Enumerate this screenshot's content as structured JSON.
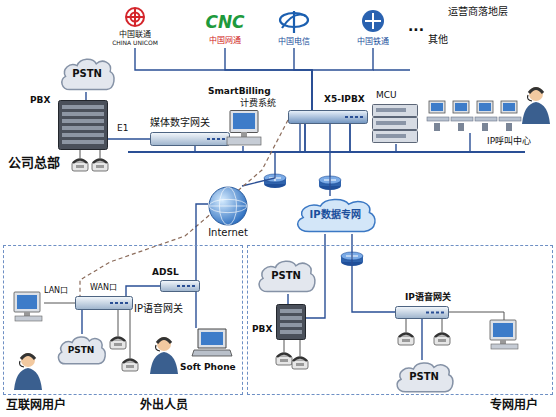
{
  "diagram": {
    "nodes": [
      {
        "text": [
          "中国联通",
          "CHINA UNICOM"
        ]
      },
      {
        "text": [
          "CNC",
          "中国网通"
        ]
      },
      {
        "text": [
          "中国电信"
        ]
      },
      {
        "text": [
          "中国铁通"
        ]
      },
      {
        "text": [
          "PSTN"
        ]
      },
      {
        "text": [
          "PBX"
        ]
      },
      {
        "text": [
          "媒体数字网关"
        ]
      },
      {
        "text": [
          "SmartBilling",
          "计费系统"
        ]
      },
      {
        "text": [
          "X5-IPBX"
        ]
      },
      {
        "text": [
          "MCU"
        ]
      },
      {
        "text": [
          "IP呼叫中心"
        ]
      },
      {
        "text": [
          "Internet"
        ]
      },
      {
        "text": [
          "IP数据专网"
        ]
      },
      {
        "text": [
          "互联网用户",
          "外出人员"
        ]
      },
      {
        "text": [
          "ADSL"
        ],
        "in": 13
      },
      {
        "text": [
          "IP语音网关"
        ],
        "in": 13
      },
      {
        "text": [
          "PSTN"
        ],
        "in": 13
      },
      {
        "text": [
          "Soft Phone"
        ],
        "in": 13
      },
      {
        "text": [
          "专网用户"
        ]
      },
      {
        "text": [
          "PSTN"
        ],
        "in": 18
      },
      {
        "text": [
          "PBX"
        ],
        "in": 18
      },
      {
        "text": [
          "IP语音网关"
        ],
        "in": 18
      },
      {
        "text": [
          "PSTN"
        ],
        "in": 18
      }
    ],
    "edges": [
      {
        "from": 0,
        "to": 8,
        "arrow": "none"
      },
      {
        "from": 1,
        "to": 8,
        "arrow": "none"
      },
      {
        "from": 2,
        "to": 8,
        "arrow": "none"
      },
      {
        "from": 3,
        "to": 8,
        "arrow": "none"
      },
      {
        "from": 4,
        "to": 5,
        "arrow": "none"
      },
      {
        "from": 5,
        "to": 6,
        "label": "E1",
        "arrow": "none"
      },
      {
        "from": 6,
        "to": 8,
        "arrow": "none"
      },
      {
        "from": 7,
        "to": 8,
        "arrow": "none"
      },
      {
        "from": 8,
        "to": 9,
        "arrow": "none"
      },
      {
        "from": 8,
        "to": 10,
        "arrow": "none"
      },
      {
        "from": 8,
        "to": 11,
        "arrow": "none"
      },
      {
        "from": 8,
        "to": 12,
        "arrow": "none"
      },
      {
        "from": 8,
        "to": 15,
        "arrow": "none"
      },
      {
        "from": 11,
        "to": 14,
        "arrow": "none"
      },
      {
        "from": 14,
        "to": 15,
        "arrow": "none"
      },
      {
        "from": 14,
        "to": 17,
        "arrow": "none"
      },
      {
        "from": 15,
        "to": 16,
        "arrow": "none"
      },
      {
        "from": 12,
        "to": 20,
        "arrow": "none"
      },
      {
        "from": 12,
        "to": 21,
        "arrow": "none"
      },
      {
        "from": 19,
        "to": 20,
        "arrow": "none"
      },
      {
        "from": 21,
        "to": 22,
        "arrow": "none"
      }
    ],
    "labels": [
      "...",
      "其他",
      "运营商落地层",
      "公司总部",
      "LAN口",
      "WAN口"
    ]
  }
}
